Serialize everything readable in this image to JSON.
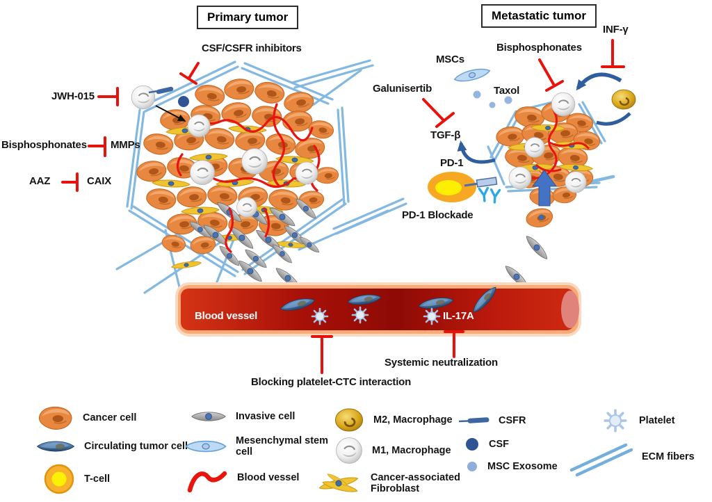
{
  "diagram": {
    "primary": {
      "title": "Primary tumor",
      "csf_csfr_inhibitors": "CSF/CSFR inhibitors",
      "jwh_015": "JWH-015",
      "bisphosphonates": "Bisphosphonates",
      "mmps": "MMPs",
      "aaz": "AAZ",
      "caix": "CAIX"
    },
    "metastatic": {
      "title": "Metastatic tumor",
      "inf_gamma": "INF-γ",
      "bisphosphonates": "Bisphosphonates",
      "mscs": "MSCs",
      "galunisertib": "Galunisertib",
      "taxol": "Taxol",
      "tgf_beta": "TGF-β",
      "pd_1": "PD-1",
      "pd_1_blockade": "PD-1 Blockade"
    },
    "bloodstream": {
      "blood_vessel": "Blood vessel",
      "il_17a": "IL-17A",
      "systemic_neutralization": "Systemic neutralization",
      "blocking_platelet_ctc": "Blocking platelet-CTC interaction"
    }
  },
  "legend": {
    "items": [
      {
        "name": "cancer-cell",
        "label": "Cancer cell"
      },
      {
        "name": "circulating-tumor-cell",
        "label": "Circulating tumor cell"
      },
      {
        "name": "t-cell",
        "label": "T-cell"
      },
      {
        "name": "invasive-cell",
        "label": "Invasive cell"
      },
      {
        "name": "mesenchymal-stem-cell",
        "label": "Mesenchymal stem cell"
      },
      {
        "name": "blood-vessel",
        "label": "Blood vessel"
      },
      {
        "name": "m2-macrophage",
        "label": "M2, Macrophage"
      },
      {
        "name": "m1-macrophage",
        "label": "M1, Macrophage"
      },
      {
        "name": "cancer-associated-fibroblast",
        "label": "Cancer-associated Fibroblast"
      },
      {
        "name": "csfr",
        "label": "CSFR"
      },
      {
        "name": "csf",
        "label": "CSF"
      },
      {
        "name": "msc-exosome",
        "label": "MSC Exosome"
      },
      {
        "name": "platelet",
        "label": "Platelet"
      },
      {
        "name": "ecm-fibers",
        "label": "ECM fibers"
      }
    ]
  },
  "colors": {
    "inhibitor_red": "#E8120C",
    "ecm_blue": "#79B2DF",
    "cancer_orange": "#E8873F",
    "caf_yellow": "#F0C430",
    "vessel_red": "#9C0C04",
    "ctc_blue": "#3A6EA8",
    "m2_gold": "#D9A91C",
    "csf_blue": "#2F5496",
    "antibody_cyan": "#29ABE2",
    "tcell_yellow": "#FCEF02"
  }
}
